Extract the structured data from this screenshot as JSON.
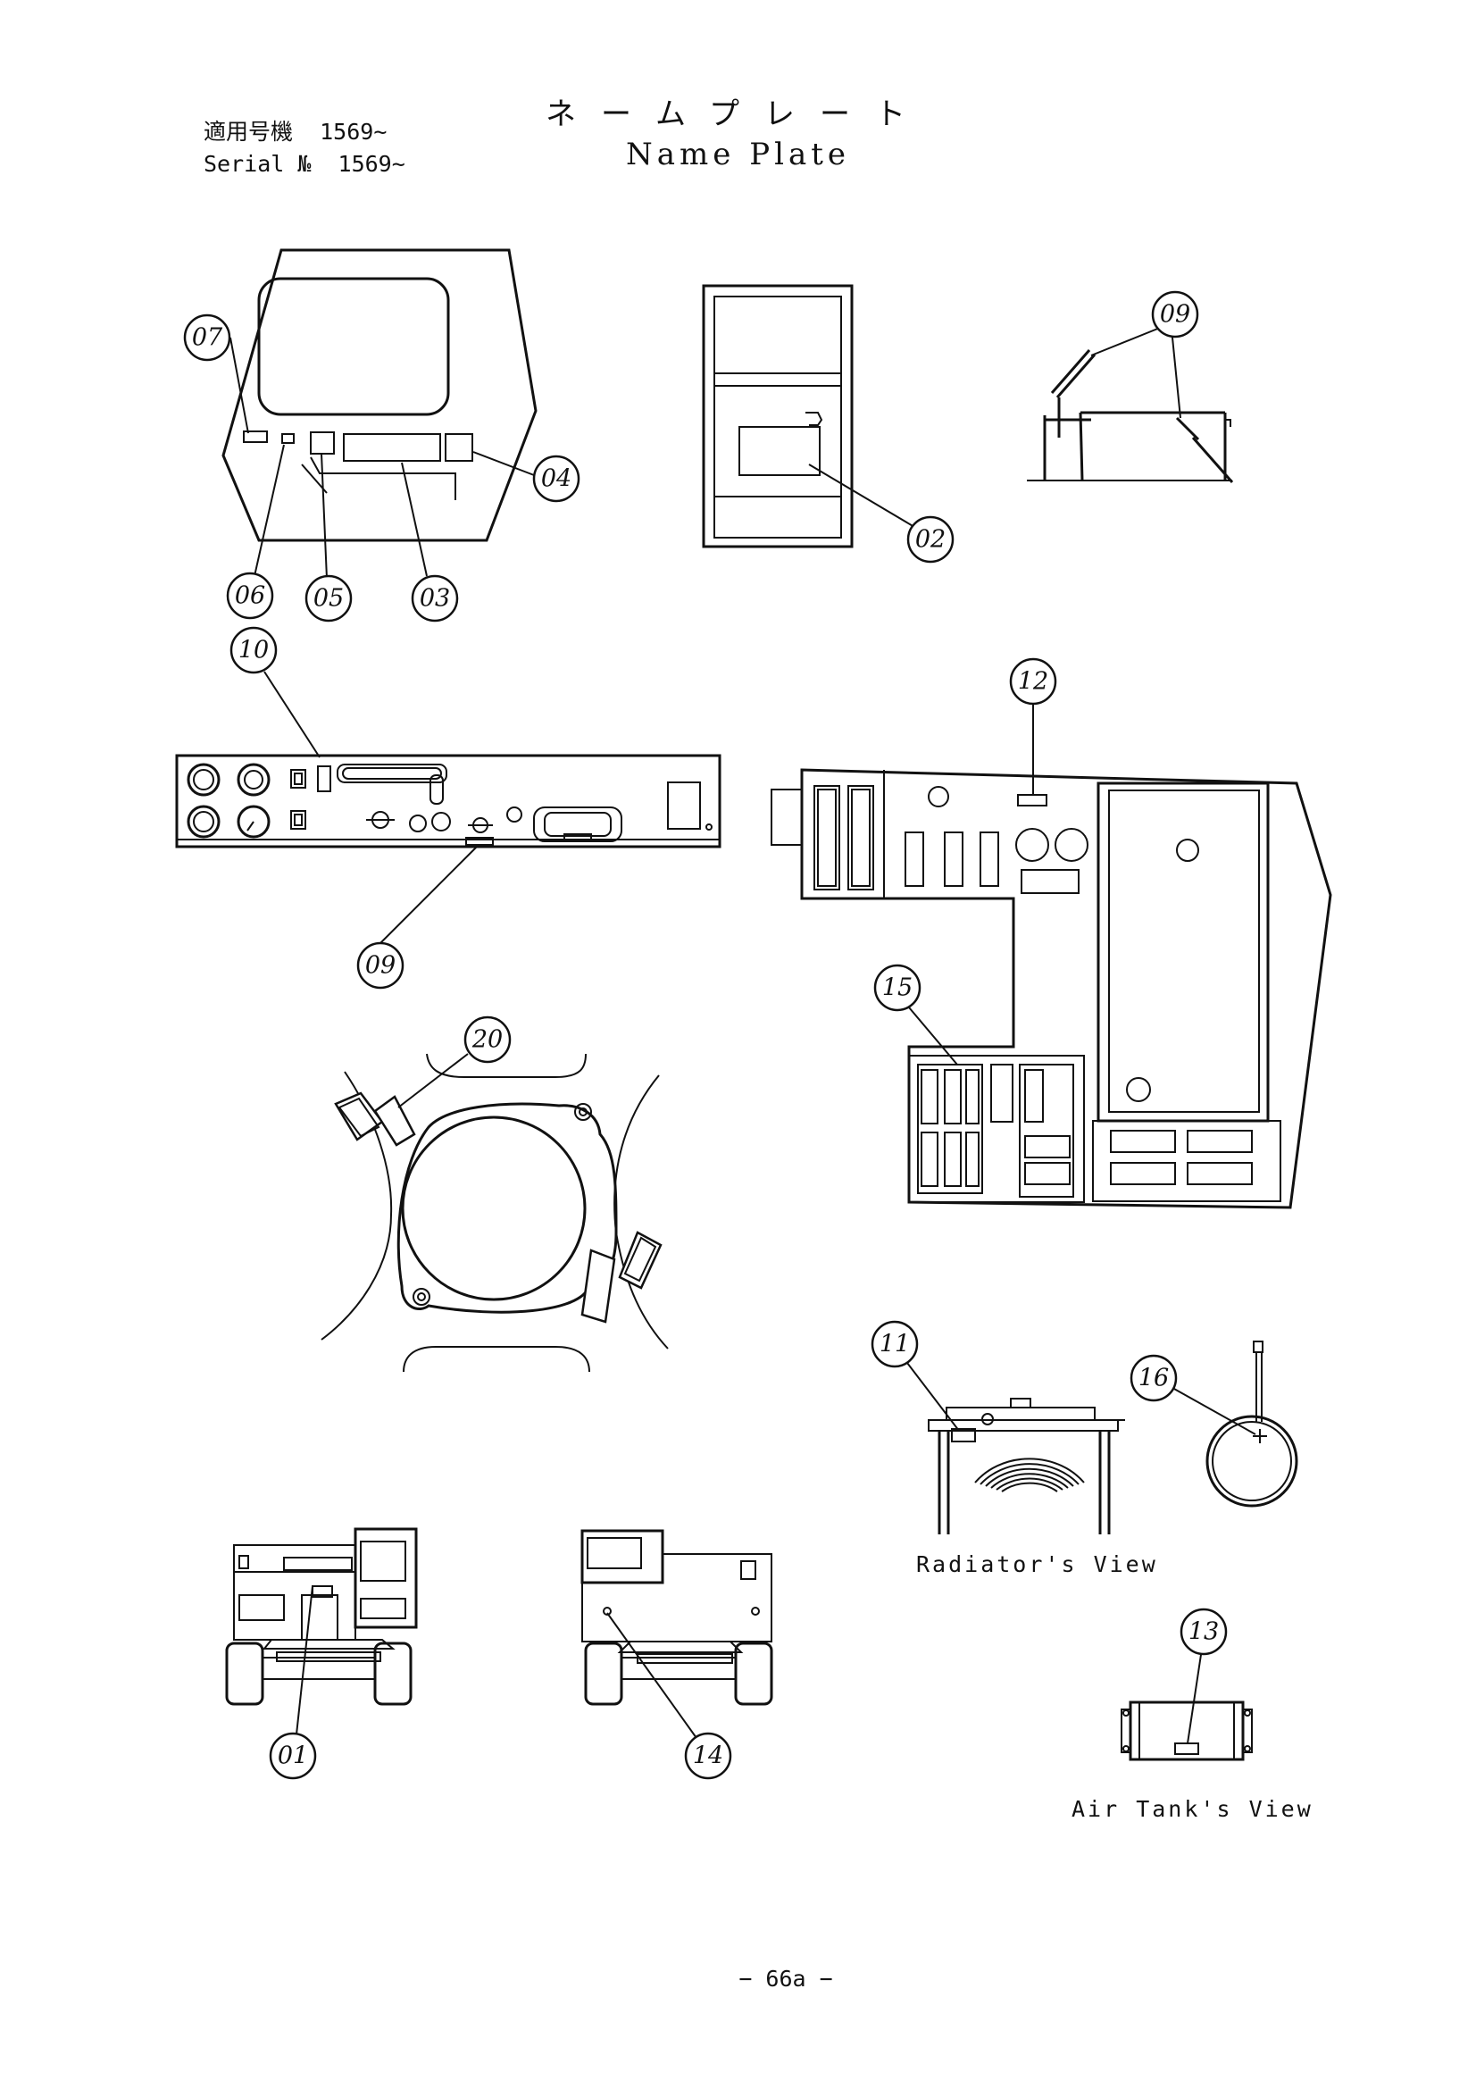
{
  "header": {
    "applicable_label_jp": "適用号機",
    "applicable_value": "1569~",
    "serial_label": "Serial №",
    "serial_value": "1569~"
  },
  "title": {
    "jp": "ネームプレート",
    "en": "Name Plate"
  },
  "callouts": [
    "07",
    "06",
    "05",
    "03",
    "04",
    "02",
    "09",
    "10",
    "09",
    "12",
    "15",
    "20",
    "11",
    "16",
    "13",
    "01",
    "14"
  ],
  "captions": {
    "radiator": "Radiator's View",
    "air_tank": "Air Tank's View"
  },
  "page_number": "− 66a −"
}
